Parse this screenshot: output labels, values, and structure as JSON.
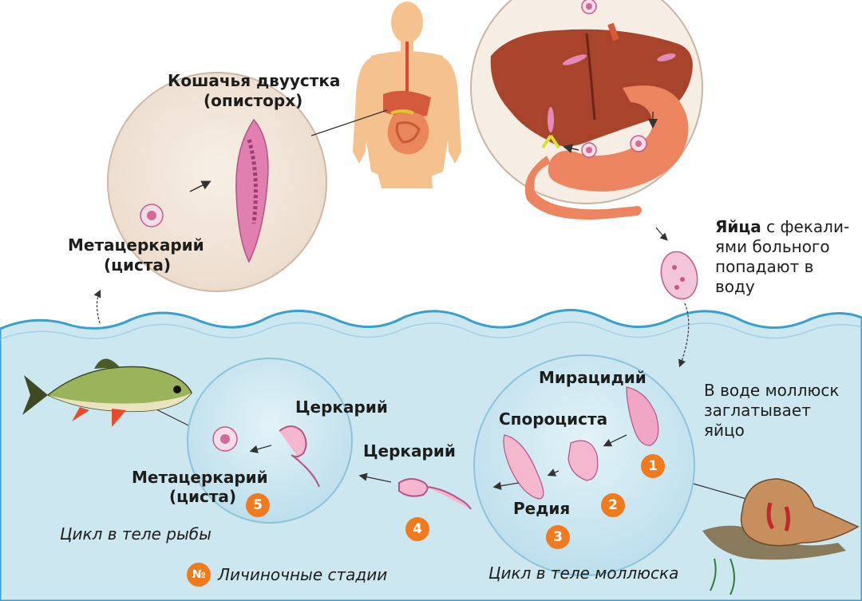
{
  "colors": {
    "water": "#cfe8f2",
    "water_edge": "#3fa0cd",
    "circle_fill": "#f3e8dd",
    "badge": "#f07b1e",
    "liver": "#a8432c",
    "intestine": "#ec8460",
    "worm": "#e07fb0",
    "skin": "#f4c18f"
  },
  "labels": {
    "fluke_title_1": "Кошачья двуустка",
    "fluke_title_2": "(описторх)",
    "metacercaria_top_1": "Метацеркарий",
    "metacercaria_top_2": "(циста)",
    "eggs_bold": "Яйца",
    "eggs_rest_1": " с фекали-",
    "eggs_rest_2": "ями больного",
    "eggs_rest_3": "попадают в",
    "eggs_rest_4": "воду",
    "snail_note_1": "В воде моллюск",
    "snail_note_2": "заглатывает",
    "snail_note_3": "яйцо",
    "miracidium": "Мирацидий",
    "sporocyst": "Спороциста",
    "redia": "Редия",
    "cercaria_mid": "Церкарий",
    "cercaria_fish": "Церкарий",
    "metacercaria_fish_1": "Метацеркарий",
    "metacercaria_fish_2": "(циста)",
    "cycle_fish": "Цикл в теле рыбы",
    "cycle_mollusk": "Цикл в теле моллюска",
    "legend_symbol": "№",
    "legend_text": "Личиночные стадии"
  },
  "badges": [
    "1",
    "2",
    "3",
    "4",
    "5"
  ]
}
